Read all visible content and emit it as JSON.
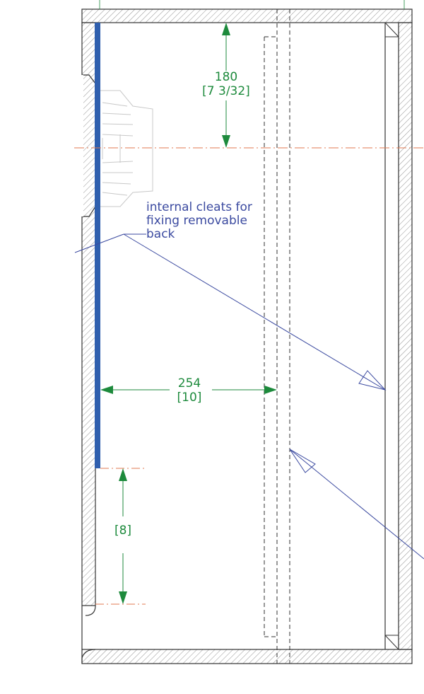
{
  "dimensions": {
    "top_depth": {
      "mm": "180",
      "inch": "[7 3/32]"
    },
    "cabinet_depth": {
      "mm": "254",
      "inch": "[10]"
    },
    "lower_gap": {
      "inch": "[8]"
    }
  },
  "annotation": {
    "line1": "internal cleats for",
    "line2": "fixing removable",
    "line3": "back"
  },
  "colors": {
    "outline": "#333333",
    "dimension": "#1d8a3c",
    "annotation": "#3b4aa0",
    "centerline": "#e07a50",
    "panel": "#2f5fae",
    "ghost": "#c8c8c8"
  }
}
